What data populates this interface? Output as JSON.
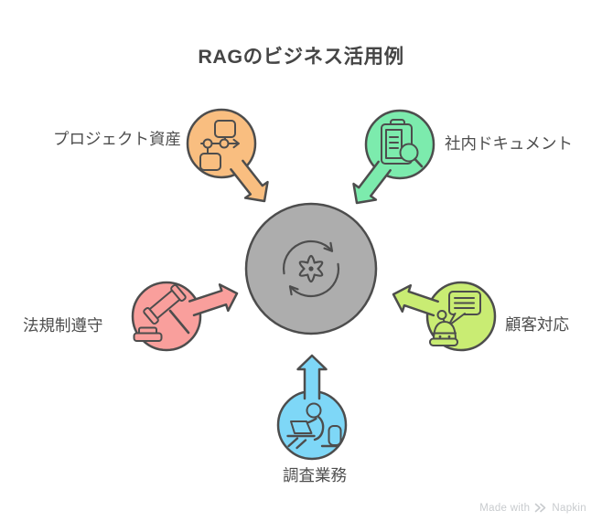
{
  "title": "RAGのビジネス活用例",
  "center": {
    "icon": "sync-gear-icon",
    "fill": "#ADADAD"
  },
  "nodes": [
    {
      "id": "project-assets",
      "label": "プロジェクト資産",
      "color": "#F9BE80",
      "icon": "flowchart-icon"
    },
    {
      "id": "internal-documents",
      "label": "社内ドキュメント",
      "color": "#7CEBAD",
      "icon": "clipboard-search-icon"
    },
    {
      "id": "legal-compliance",
      "label": "法規制遵守",
      "color": "#F99F9C",
      "icon": "gavel-icon"
    },
    {
      "id": "customer-support",
      "label": "顧客対応",
      "color": "#C9EC73",
      "icon": "robot-chat-icon"
    },
    {
      "id": "research-work",
      "label": "調査業務",
      "color": "#7ED7F7",
      "icon": "person-laptop-icon"
    }
  ],
  "colors": {
    "outline": "#4D4D4D",
    "background": "#FFFFFF",
    "text": "#4D4D4D",
    "watermark": "#C8CBCE"
  },
  "watermark": {
    "prefix": "Made with",
    "brand": "Napkin"
  }
}
